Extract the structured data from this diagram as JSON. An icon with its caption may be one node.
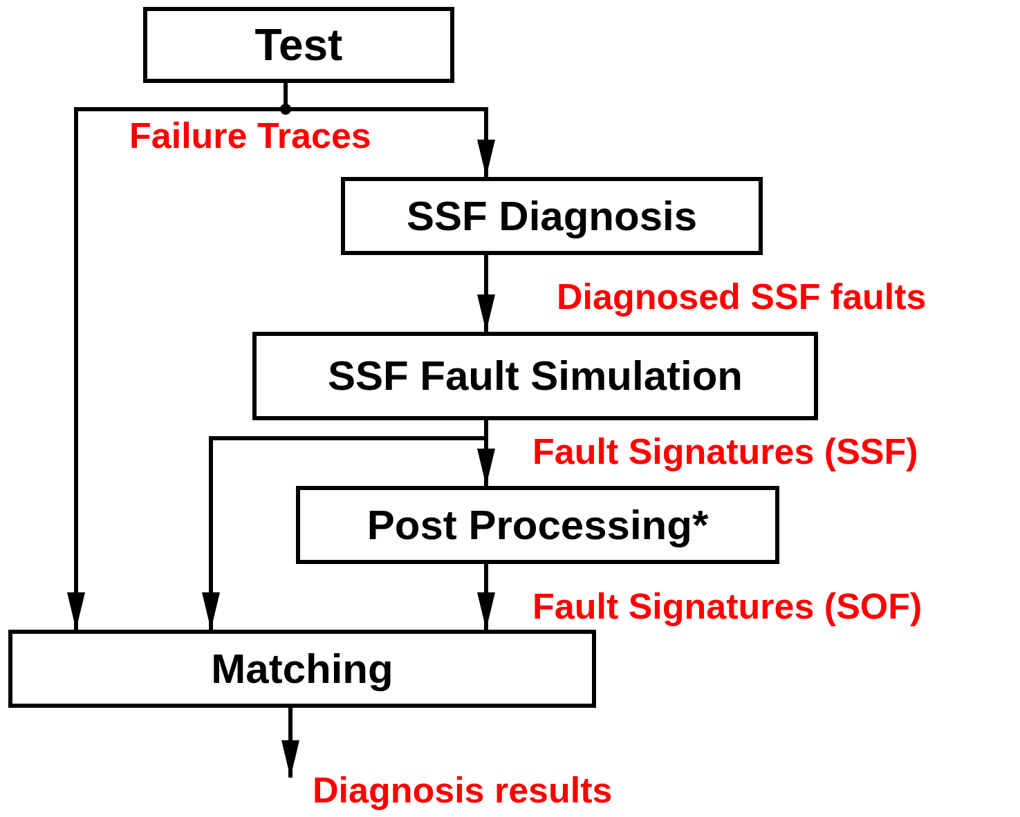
{
  "diagram": {
    "nodes": [
      {
        "text": [
          "Test"
        ]
      },
      {
        "text": [
          "SSF Diagnosis"
        ]
      },
      {
        "text": [
          "SSF Fault Simulation"
        ]
      },
      {
        "text": [
          "Post Processing*"
        ]
      },
      {
        "text": [
          "Matching"
        ]
      }
    ],
    "edges": [
      {
        "from": 0,
        "to": 1,
        "arrow": "to",
        "label": "Failure Traces"
      },
      {
        "from": 0,
        "to": 4,
        "arrow": "to"
      },
      {
        "from": 1,
        "to": 2,
        "arrow": "to",
        "label": "Diagnosed SSF faults"
      },
      {
        "from": 2,
        "to": 3,
        "arrow": "to",
        "label": "Fault Signatures (SSF)"
      },
      {
        "from": 2,
        "to": 4,
        "arrow": "to"
      },
      {
        "from": 3,
        "to": 4,
        "arrow": "to",
        "label": "Fault Signatures (SOF)"
      },
      {
        "from": 4,
        "to": null,
        "arrow": "to",
        "label": "Diagnosis results"
      }
    ]
  }
}
